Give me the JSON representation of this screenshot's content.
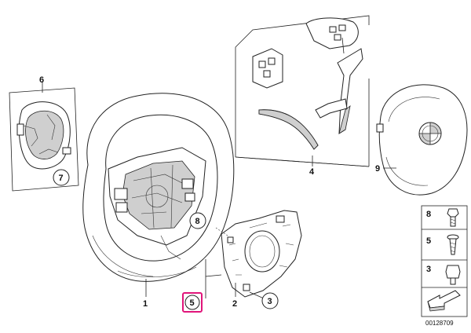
{
  "callouts": {
    "c1": "1",
    "c2": "2",
    "c3": "3",
    "c4": "4",
    "c5": "5",
    "c6": "6",
    "c7": "7",
    "c8": "8",
    "c9": "9"
  },
  "legend": {
    "items": [
      "8",
      "5",
      "3"
    ]
  },
  "diagram_id": "00128709",
  "colors": {
    "highlight": "#e0157a",
    "shading": "#cfcfcf"
  }
}
